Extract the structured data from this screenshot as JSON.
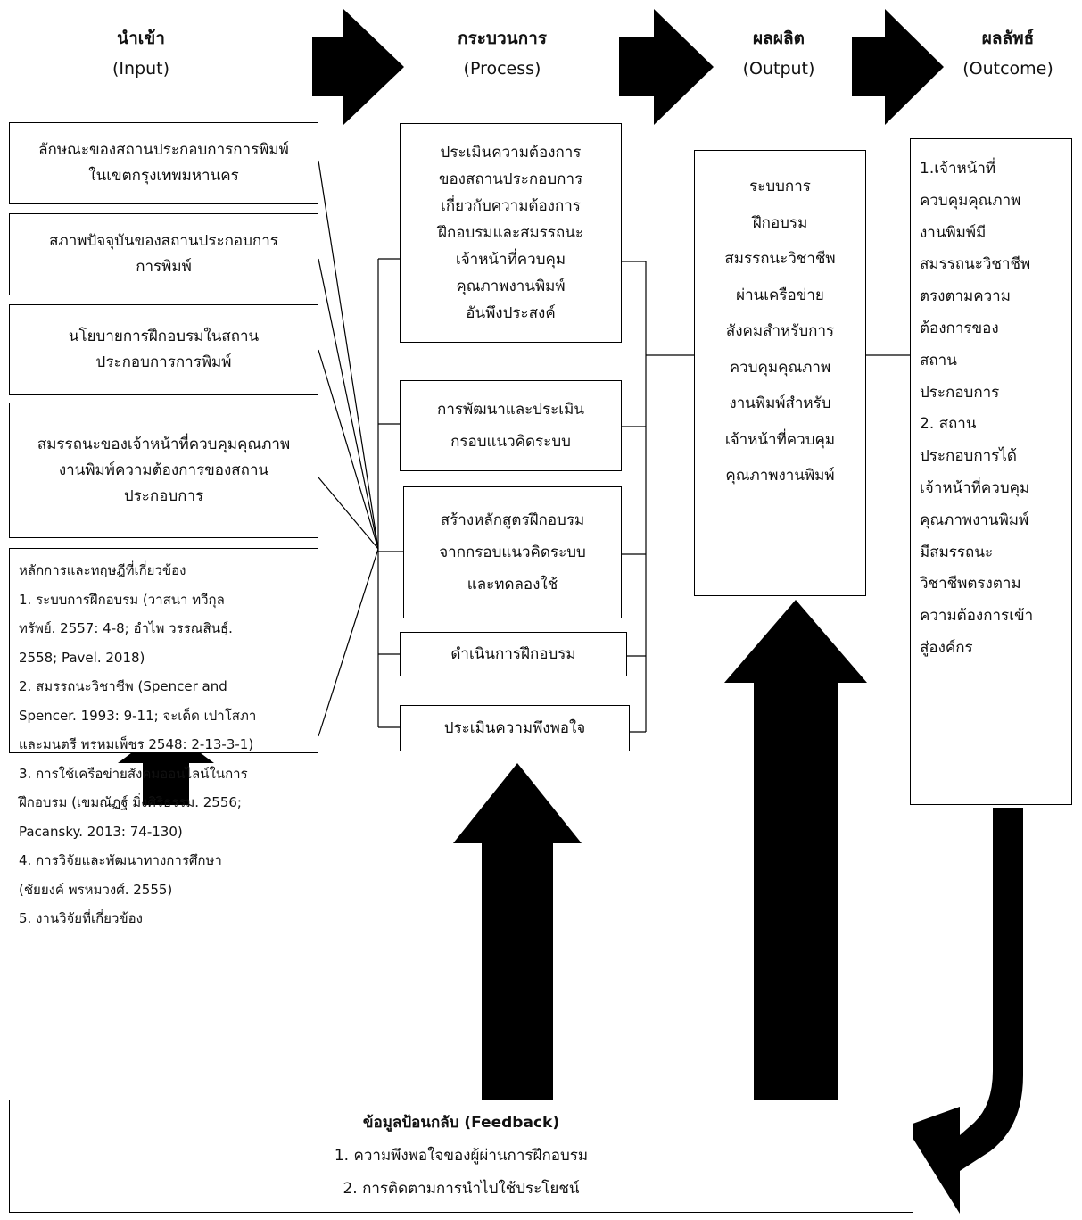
{
  "headers": {
    "input": {
      "title": "นำเข้า",
      "sub": "(Input)"
    },
    "process": {
      "title": "กระบวนการ",
      "sub": "(Process)"
    },
    "output": {
      "title": "ผลผลิต",
      "sub": "(Output)"
    },
    "outcome": {
      "title": "ผลลัพธ์",
      "sub": "(Outcome)"
    }
  },
  "inputs": [
    {
      "lines": [
        "ลักษณะของสถานประกอบการการพิมพ์",
        "ในเขตกรุงเทพมหานคร"
      ]
    },
    {
      "lines": [
        "สภาพปัจจุบันของสถานประกอบการ",
        "การพิมพ์"
      ]
    },
    {
      "lines": [
        "นโยบายการฝึกอบรมในสถาน",
        "ประกอบการการพิมพ์"
      ]
    },
    {
      "lines": [
        "สมรรถนะของเจ้าหน้าที่ควบคุมคุณภาพ",
        "งานพิมพ์ความต้องการของสถาน",
        "ประกอบการ"
      ]
    }
  ],
  "theory": {
    "lines": [
      "หลักการและทฤษฎีที่เกี่ยวข้อง",
      "1. ระบบการฝึกอบรม (วาสนา  ทวีกุล",
      "ทรัพย์. 2557: 4-8; อำไพ วรรณสินธุ์.",
      "2558; Pavel. 2018)",
      "2. สมรรถนะวิชาชีพ (Spencer and",
      "Spencer. 1993: 9-11; จะเด็ด เปาโสภา",
      "และมนตรี พรหมเพ็ชร 2548: 2-13-3-1)",
      "3. การใช้เครือข่ายสังคมออนไลน์ในการ",
      "ฝึกอบรม (เขมณัฏฐ์ มิ่งศิริธรรม. 2556;",
      "Pacansky. 2013: 74-130)",
      "4. การวิจัยและพัฒนาทางการศึกษา",
      "(ชัยยงค์  พรหมวงศ์. 2555)",
      "5. งานวิจัยที่เกี่ยวข้อง"
    ]
  },
  "process": [
    {
      "lines": [
        "ประเมินความต้องการ",
        "ของสถานประกอบการ",
        "เกี่ยวกับความต้องการ",
        "ฝึกอบรมและสมรรถนะ",
        "เจ้าหน้าที่ควบคุม",
        "คุณภาพงานพิมพ์",
        "อันพึงประสงค์"
      ]
    },
    {
      "lines": [
        "การพัฒนาและประเมิน",
        "กรอบแนวคิดระบบ"
      ]
    },
    {
      "lines": [
        "สร้างหลักสูตรฝึกอบรม",
        "จากกรอบแนวคิดระบบ",
        "และทดลองใช้"
      ]
    },
    {
      "lines": [
        "ดำเนินการฝึกอบรม"
      ]
    },
    {
      "lines": [
        "ประเมินความพึงพอใจ"
      ]
    }
  ],
  "output": {
    "lines": [
      "ระบบการ",
      "ฝึกอบรม",
      "สมรรถนะวิชาชีพ",
      "ผ่านเครือข่าย",
      "สังคมสำหรับการ",
      "ควบคุมคุณภาพ",
      "งานพิมพ์สำหรับ",
      "เจ้าหน้าที่ควบคุม",
      "คุณภาพงานพิมพ์"
    ]
  },
  "outcome": {
    "lines": [
      "1.เจ้าหน้าที่",
      "ควบคุมคุณภาพ",
      "งานพิมพ์มี",
      "สมรรถนะวิชาชีพ",
      "ตรงตามความ",
      "ต้องการของ",
      "สถาน",
      "ประกอบการ",
      "2. สถาน",
      "ประกอบการได้",
      "เจ้าหน้าที่ควบคุม",
      "คุณภาพงานพิมพ์",
      "มีสมรรถนะ",
      "วิชาชีพตรงตาม",
      "ความต้องการเข้า",
      "สู่องค์กร"
    ]
  },
  "feedback": {
    "title": "ข้อมูลป้อนกลับ (Feedback)",
    "items": [
      "1. ความพึงพอใจของผู้ผ่านการฝึกอบรม",
      "2. การติดตามการนำไปใช้ประโยชน์"
    ]
  }
}
